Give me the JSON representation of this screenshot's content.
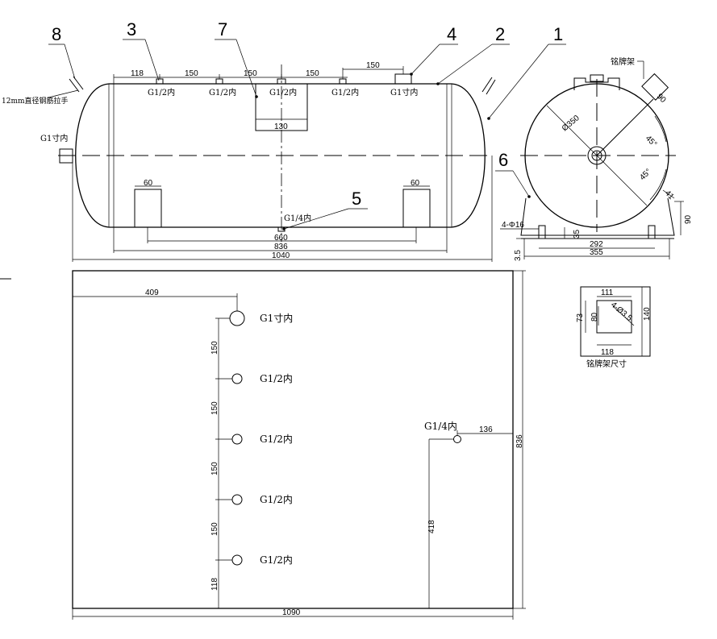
{
  "part_numbers": {
    "p1": "1",
    "p2": "2",
    "p3": "3",
    "p4": "4",
    "p5": "5",
    "p6": "6",
    "p7": "7",
    "p8": "8"
  },
  "side_view": {
    "handle_label": "12mm直径钢筋拉手",
    "end_port_label": "G1寸内",
    "top_ports": [
      "G1/2内",
      "G1/2内",
      "G1/2内",
      "G1/2内",
      "G1寸内"
    ],
    "bottom_port_label": "G1/4内",
    "dims": {
      "d118": "118",
      "d150a": "150",
      "d150b": "150",
      "d150c": "150",
      "d150d": "150",
      "d130": "130",
      "d60a": "60",
      "d60b": "60",
      "d660": "660",
      "d836": "836",
      "d1040": "1040"
    }
  },
  "end_view": {
    "nameplate_label": "铭牌架",
    "dims": {
      "d90top": "90",
      "diameter": "Ø350",
      "a45a": "45°",
      "a45b": "45°",
      "d41": "41",
      "d90": "90",
      "holes": "4-Φ16",
      "d35": "35",
      "d292": "292",
      "d355": "355",
      "d35b": "3.5"
    }
  },
  "plate_view": {
    "dims": {
      "d111": "111",
      "d73": "73",
      "d80": "80",
      "holes": "4-Ø3.5",
      "d140": "140",
      "d118": "118"
    },
    "caption": "铭牌架尺寸"
  },
  "plan_view": {
    "dims": {
      "d409": "409",
      "v150a": "150",
      "v150b": "150",
      "v150c": "150",
      "v150d": "150",
      "v118": "118",
      "d136": "136",
      "d418": "418",
      "d836": "836",
      "d1090": "1090"
    },
    "ports": [
      "G1寸内",
      "G1/2内",
      "G1/2内",
      "G1/2内",
      "G1/2内"
    ],
    "right_port_label": "G1/4内"
  }
}
